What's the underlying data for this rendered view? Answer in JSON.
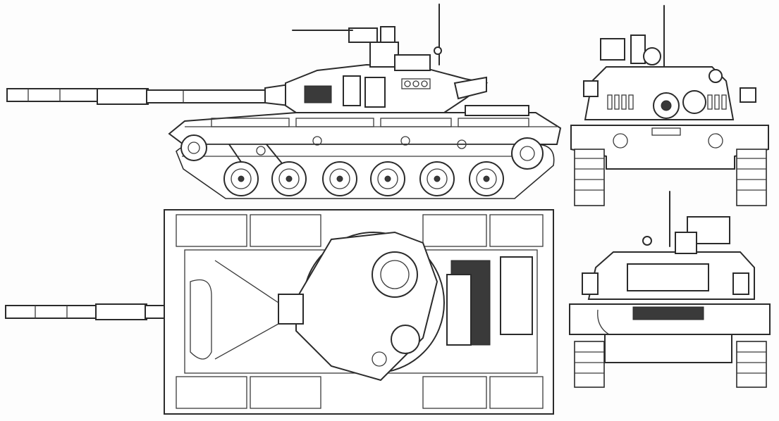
{
  "drawing": {
    "subject": "tank",
    "style": "line-art technical blueprint",
    "views": [
      {
        "id": "side",
        "label": ""
      },
      {
        "id": "front",
        "label": ""
      },
      {
        "id": "top",
        "label": ""
      },
      {
        "id": "rear",
        "label": ""
      }
    ],
    "road_wheels_per_side": 6,
    "colors": {
      "ink": "#2b2b2b",
      "paper": "#fdfdfd",
      "dark_detail": "#3a3a3a"
    }
  }
}
